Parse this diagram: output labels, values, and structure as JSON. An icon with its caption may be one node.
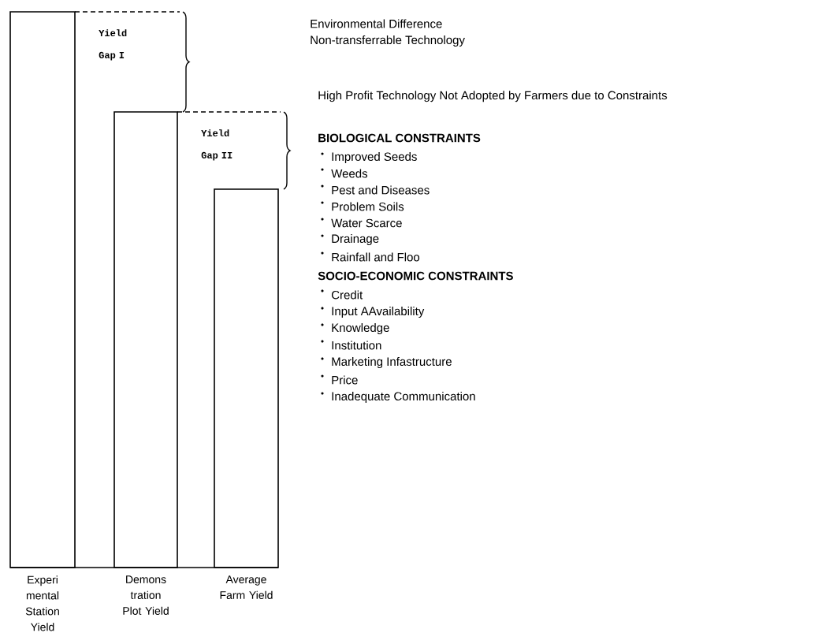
{
  "diagram": {
    "nodes": [
      {
        "text": [
          "Experi mental Station Yield"
        ]
      },
      {
        "text": [
          "Demons tration Plot Yield"
        ]
      },
      {
        "text": [
          "Average Farm Yield"
        ]
      },
      {
        "text": [
          "Yield Gap I"
        ]
      },
      {
        "text": [
          "Yield Gap II"
        ]
      }
    ],
    "labels": [
      "Environmental Difference",
      "Non-transferrable Technology",
      "High Profit Technology Not Adopted by Farmers due to Constraints",
      "BIOLOGICAL CONSTRAINTS",
      "Improved Seeds",
      "Weeds",
      "Pest and Diseases",
      "Problem Soils",
      "Water Scarce",
      "Drainage",
      "Rainfall and Floo",
      "SOCIO-ECONOMIC CONSTRAINTS",
      "Credit",
      "Input AAvailability",
      "Knowledge",
      "Institution",
      "Marketing Infastructure",
      "Price",
      "Inadequate Communication"
    ]
  }
}
